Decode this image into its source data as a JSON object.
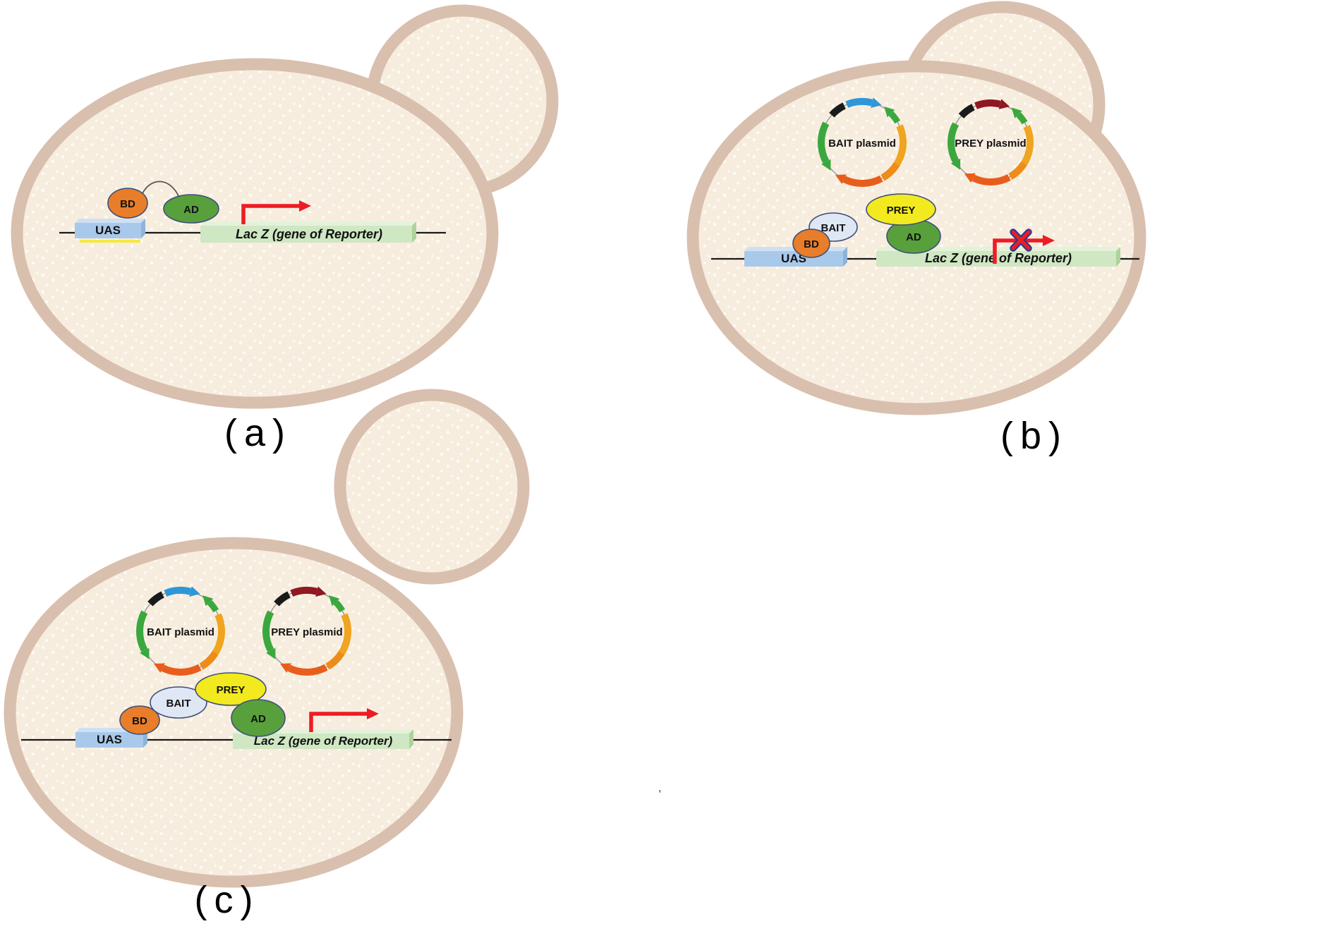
{
  "labels": {
    "uas": "UAS",
    "lacz": "Lac Z (gene of Reporter)",
    "bd": "BD",
    "ad": "AD",
    "bait": "BAIT",
    "prey": "PREY",
    "bait_plasmid": "BAIT plasmid",
    "prey_plasmid": "PREY plasmid",
    "panel_a": "(a)",
    "panel_b": "(b)",
    "panel_c": "(c)",
    "stray_mark": ","
  },
  "colors": {
    "cell_border": "#d9bfae",
    "cell_fill": "#f7edde",
    "dot": "#ffffff",
    "uas_front": "#a9c9ea",
    "uas_top": "#cfe0f4",
    "uas_side": "#8fb3d8",
    "uas_underline": "#f5e93e",
    "lacz_front": "#cfe7c2",
    "lacz_top": "#e4f2da",
    "lacz_side": "#aed29c",
    "bd": "#e87d2a",
    "ad": "#58a03c",
    "bait": "#dfe7f5",
    "prey": "#f2ea1e",
    "outline": "#3d4f7c",
    "dna": "#1a1a1a",
    "arrow": "#ed1c24",
    "x_outline": "#2b3a8f",
    "connector": "#555555",
    "plasmid_blue": "#2e97d8",
    "plasmid_darkred": "#8f1822",
    "plasmid_green": "#3aa83e",
    "plasmid_yellow": "#f0a41f",
    "plasmid_amber": "#ee8c1a",
    "plasmid_orange": "#e95d1c",
    "plasmid_black": "#1a1a1a",
    "plasmid_line": "#8a8a8a"
  }
}
